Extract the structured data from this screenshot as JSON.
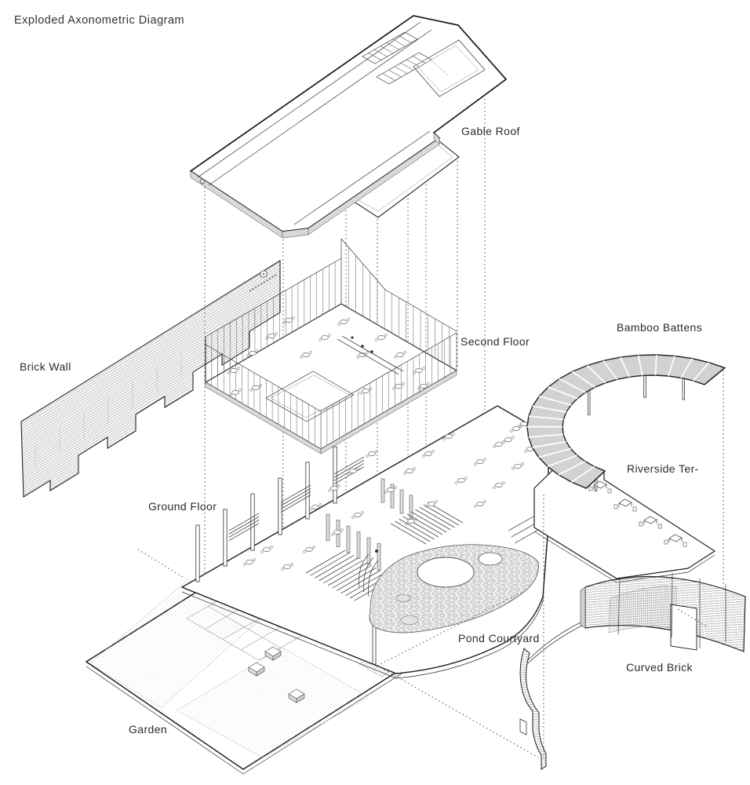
{
  "title": "Exploded Axonometric Diagram",
  "diagram": {
    "type": "exploded-axonometric",
    "subject": "riverside restaurant building, layered components connected by dotted projection lines",
    "colors": {
      "line": "#222222",
      "shade": "#d9d9d9",
      "canopy": "#d2d2d2",
      "background": "#ffffff",
      "label_color": "#2b2b2b"
    },
    "components": [
      {
        "id": "gable-roof",
        "label": "Gable Roof"
      },
      {
        "id": "second-floor",
        "label": "Second Floor"
      },
      {
        "id": "brick-wall",
        "label": "Brick Wall"
      },
      {
        "id": "bamboo-battens",
        "label": "Bamboo Battens"
      },
      {
        "id": "riverside-terrace",
        "label": "Riverside Ter-"
      },
      {
        "id": "ground-floor",
        "label": "Ground Floor"
      },
      {
        "id": "pond-courtyard",
        "label": "Pond Courtyard"
      },
      {
        "id": "curved-brick",
        "label": "Curved Brick"
      },
      {
        "id": "garden",
        "label": "Garden"
      }
    ]
  }
}
